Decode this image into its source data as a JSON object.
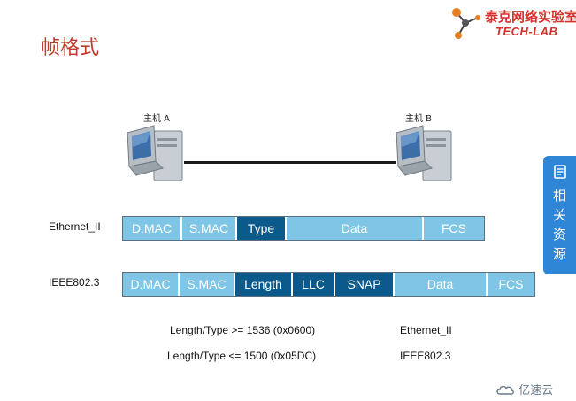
{
  "title": "帧格式",
  "logo": {
    "cn": "泰克网络实验室",
    "en": "TECH-LAB"
  },
  "hosts": {
    "a": "主机 A",
    "b": "主机 B"
  },
  "ethernet_ii": {
    "label": "Ethernet_II",
    "fields": [
      "D.MAC",
      "S.MAC",
      "Type",
      "Data",
      "FCS"
    ]
  },
  "ieee8023": {
    "label": "IEEE802.3",
    "fields": [
      "D.MAC",
      "S.MAC",
      "Length",
      "LLC",
      "SNAP",
      "Data",
      "FCS"
    ]
  },
  "notes": [
    {
      "rule": "Length/Type >= 1536 (0x0600)",
      "type": "Ethernet_II"
    },
    {
      "rule": "Length/Type <= 1500 (0x05DC)",
      "type": "IEEE802.3"
    }
  ],
  "side_tab": {
    "text": [
      "相",
      "关",
      "资",
      "源"
    ]
  },
  "watermark": "亿速云",
  "colors": {
    "field_light": "#7fc6e6",
    "field_dark": "#0b5a8b",
    "title": "#c0392b",
    "side_tab": "#2f86d6"
  }
}
